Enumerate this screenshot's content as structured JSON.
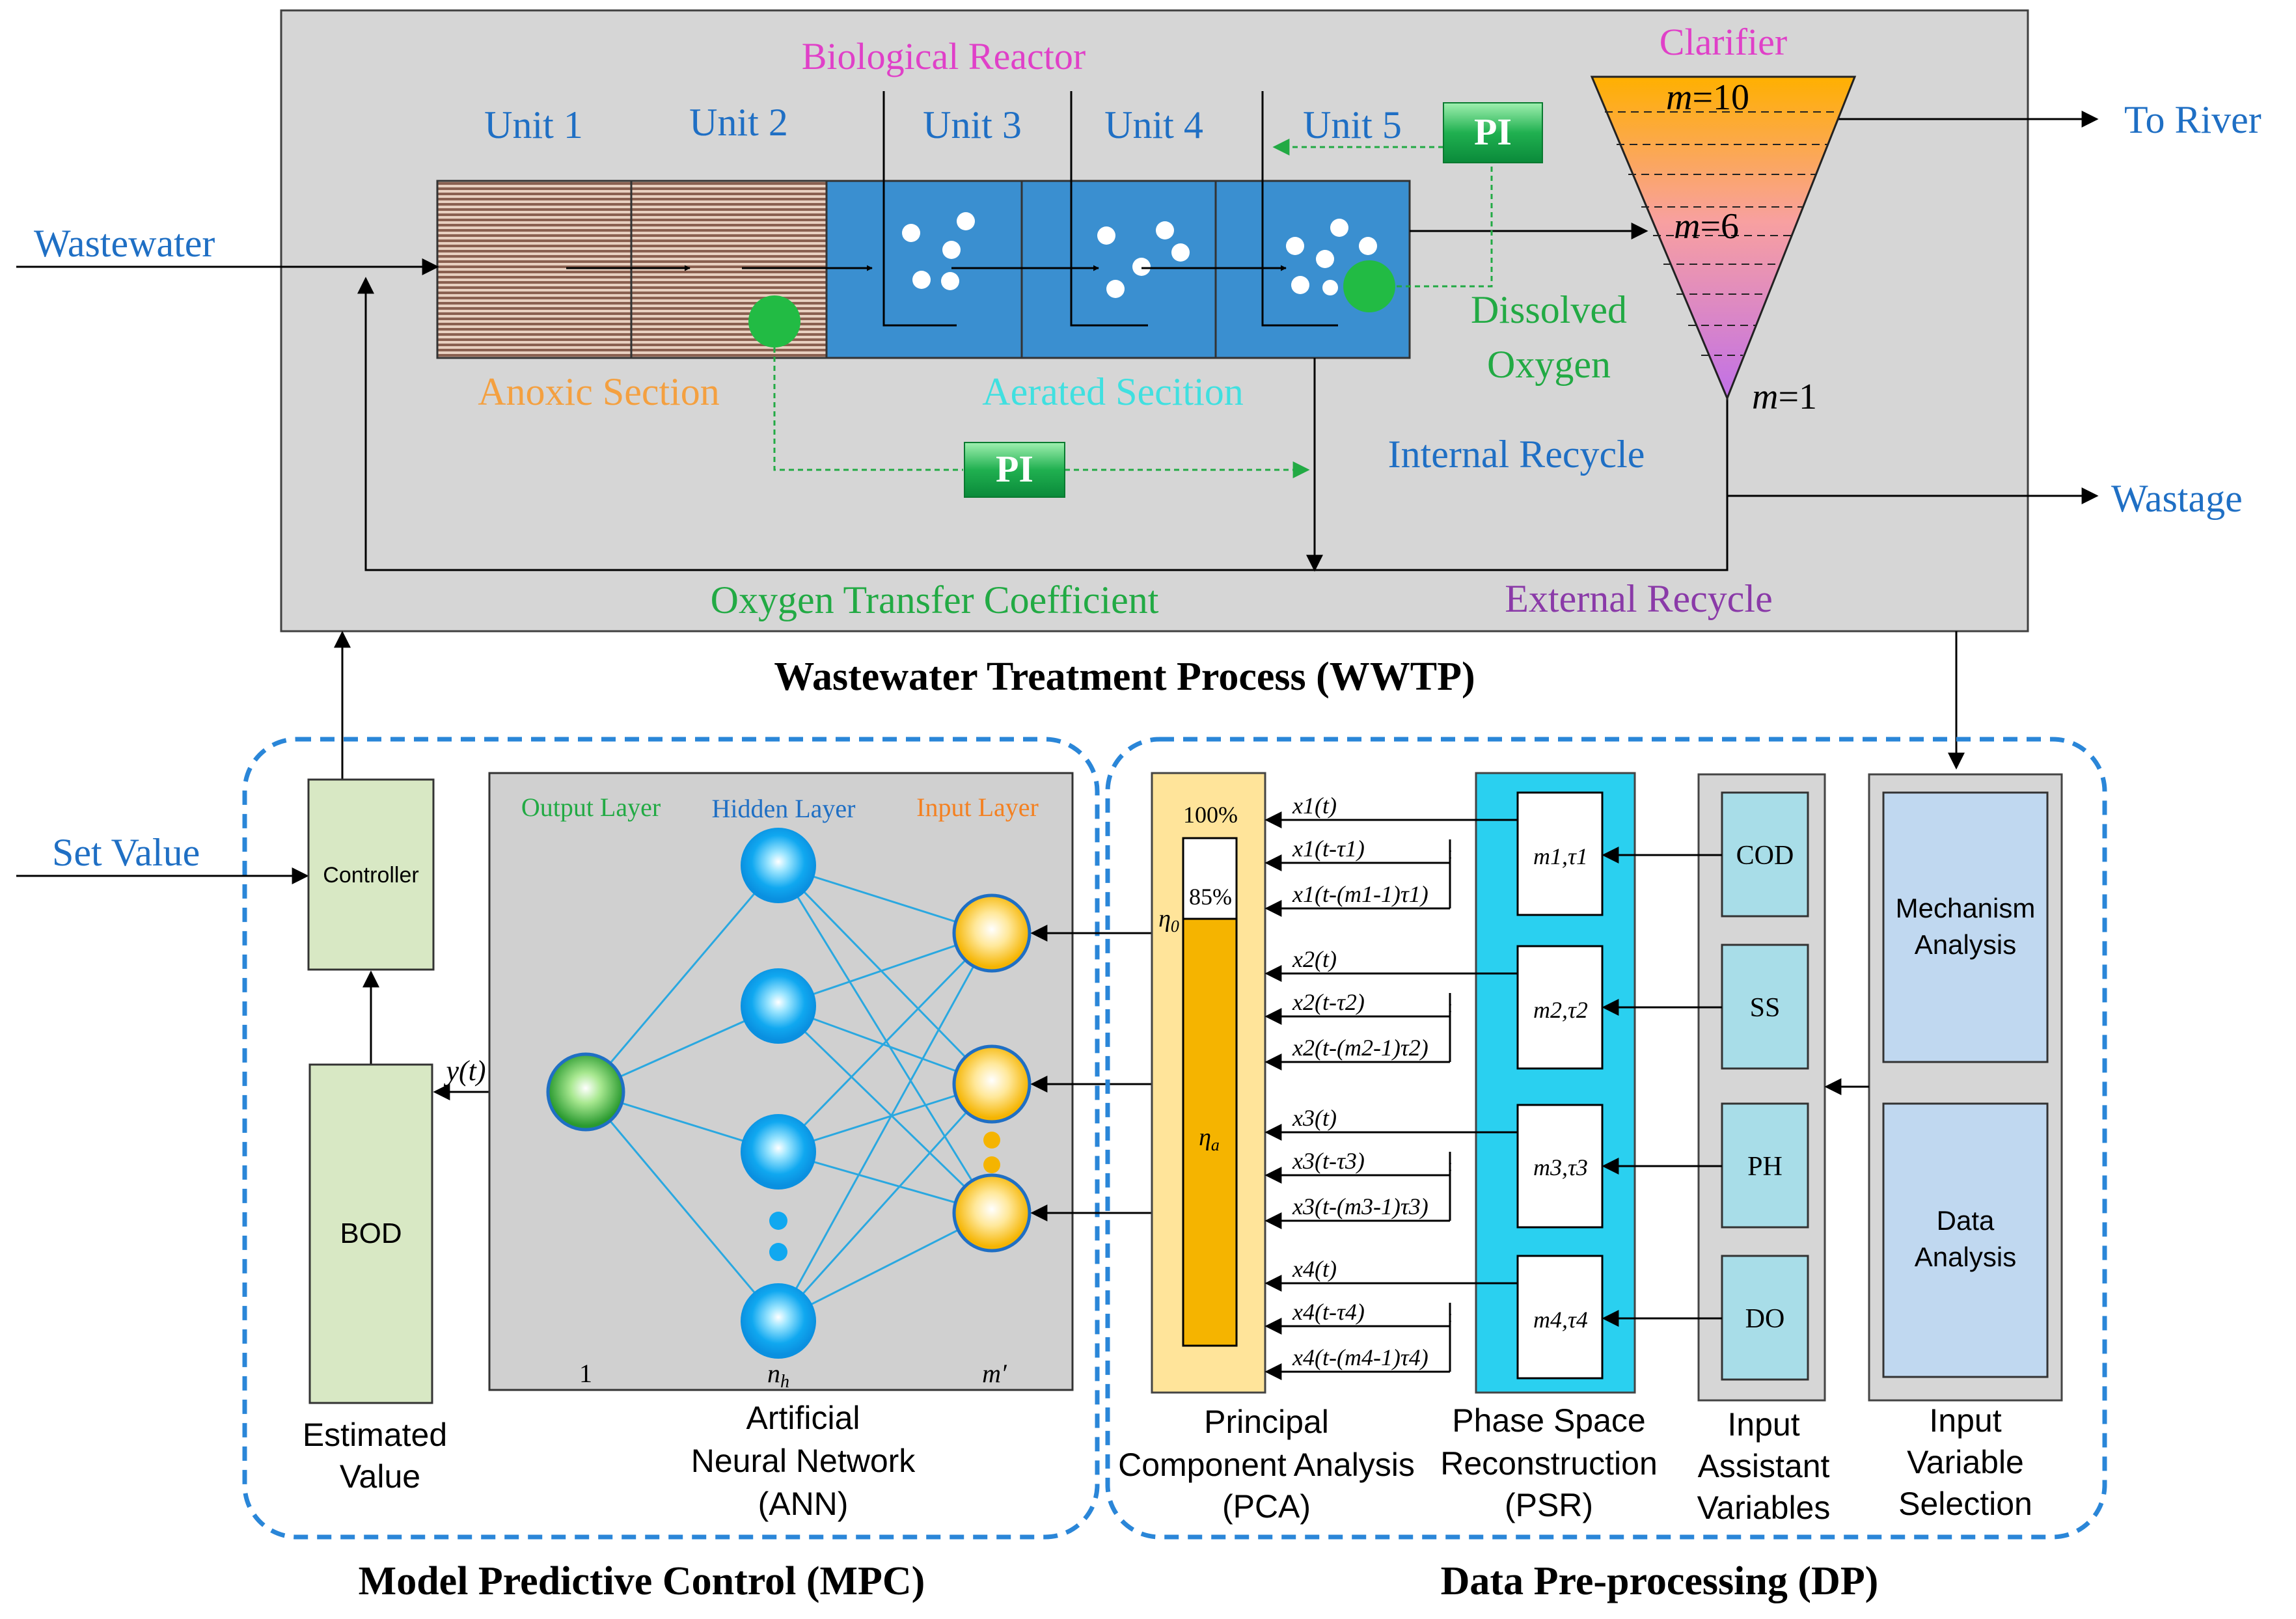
{
  "wwtp": {
    "title": "Wastewater Treatment Process (WWTP)",
    "bio_reactor": "Biological Reactor",
    "units": [
      "Unit 1",
      "Unit 2",
      "Unit 3",
      "Unit 4",
      "Unit 5"
    ],
    "anoxic": "Anoxic Section",
    "aerated": "Aerated Secition",
    "clarifier": "Clarifier",
    "m_top": "=10",
    "m_mid": "=6",
    "m_bot": "=1",
    "m_var": "m",
    "wastewater": "Wastewater",
    "to_river": "To River",
    "wastage": "Wastage",
    "dissolved1": "Dissolved",
    "dissolved2": "Oxygen",
    "internal_recycle": "Internal Recycle",
    "external_recycle": "External Recycle",
    "otc": "Oxygen Transfer Coefficient",
    "pi": "PI"
  },
  "mpc": {
    "title": "Model Predictive Control (MPC)",
    "set_value": "Set Value",
    "controller": "Controller",
    "bod": "BOD",
    "estimated1": "Estimated",
    "estimated2": "Value",
    "yt": "y(t)",
    "output_layer": "Output Layer",
    "hidden_layer": "Hidden Layer",
    "input_layer": "Input Layer",
    "one": "1",
    "nh": "n",
    "nh_sub": "h",
    "mprime": "m′",
    "ann1": "Artificial",
    "ann2": "Neural Network",
    "ann3": "(ANN)"
  },
  "dp": {
    "title": "Data Pre-processing (DP)",
    "pct100": "100%",
    "pct85": "85%",
    "eta0": "η",
    "eta0_sub": "0",
    "etaa": "η",
    "etaa_sub": "a",
    "pca1": "Principal",
    "pca2": "Component Analysis",
    "pca3": "(PCA)",
    "psr1": "Phase Space",
    "psr2": "Reconstruction",
    "psr3": "(PSR)",
    "iav1": "Input",
    "iav2": "Assistant",
    "iav3": "Variables",
    "ivs1": "Input",
    "ivs2": "Variable",
    "ivs3": "Selection",
    "variables": [
      "COD",
      "SS",
      "PH",
      "DO"
    ],
    "psr_labels": [
      "m1,τ1",
      "m2,τ2",
      "m3,τ3",
      "m4,τ4"
    ],
    "mechanism1": "Mechanism",
    "mechanism2": "Analysis",
    "data1": "Data",
    "data2": "Analysis",
    "series": [
      {
        "a": "x1(t)",
        "b": "x1(t-τ1)",
        "c": "x1(t-(m1-1)τ1)"
      },
      {
        "a": "x2(t)",
        "b": "x2(t-τ2)",
        "c": "x2(t-(m2-1)τ2)"
      },
      {
        "a": "x3(t)",
        "b": "x3(t-τ3)",
        "c": "x3(t-(m3-1)τ3)"
      },
      {
        "a": "x4(t)",
        "b": "x4(t-τ4)",
        "c": "x4(t-(m4-1)τ4)"
      }
    ]
  },
  "colors": {
    "blue_text": "#1f6fc4",
    "magenta": "#e040c8",
    "orange": "#f4a040",
    "cyan": "#40e0e0",
    "green": "#22aa44",
    "purple": "#8a3aa8",
    "panel_gray": "#d6d6d6",
    "reactor_blue": "#3a8fd0",
    "dashed_blue": "#2a86d8",
    "ann_blue": "#22a8f0",
    "ann_line": "#2aa8e0"
  }
}
